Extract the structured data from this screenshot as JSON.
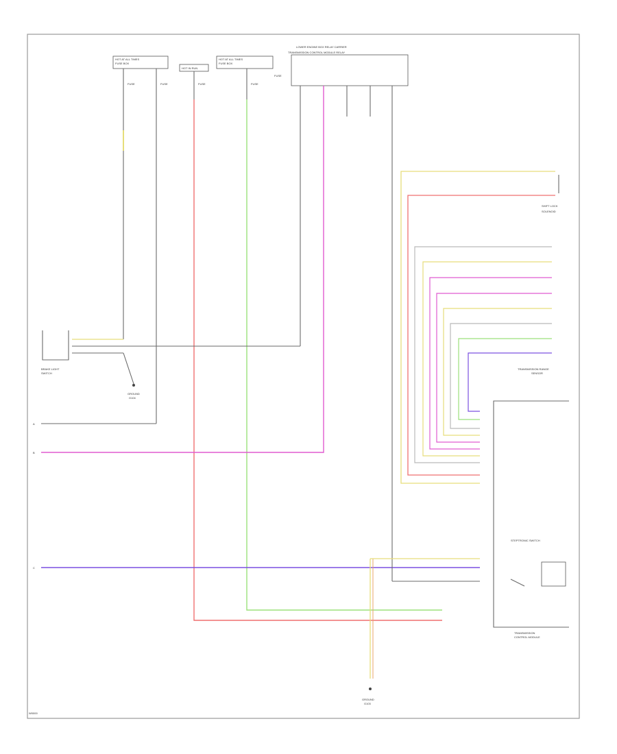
{
  "diagram": {
    "colors": {
      "black": "#6a6a6a",
      "yellow": "#e6dd7a",
      "red": "#ef6f6f",
      "green": "#9be07a",
      "pink": "#e05ad0",
      "violet": "#7a4fe0",
      "grey": "#b9b9b9",
      "white_blue": "#7fb6e8",
      "orange": "#e8a46a"
    },
    "footer_code": "W0000",
    "modules": {
      "junction_box": {
        "title_line1": "LOWER ENGINE BOX RELAY CARRIER",
        "title_line2": "TRANSMISSION CONTROL MODULE RELAY"
      },
      "brake_switch": {
        "line1": "BRAKE LIGHT",
        "line2": "SWITCH"
      },
      "tcm": {
        "line1": "TRANSMISSION",
        "line2": "CONTROL MODULE"
      },
      "transmission_range": {
        "line1": "TRANSMISSION RANGE",
        "line2": "SENSOR"
      },
      "shift_lock": {
        "line1": "SHIFT LOCK",
        "line2": "SOLENOID"
      },
      "steptronic": {
        "line1": "STEPTRONIC SWITCH"
      }
    },
    "grounds": [
      {
        "label": "GROUND",
        "code": "G104"
      },
      {
        "label": "GROUND",
        "code": "G103"
      }
    ]
  }
}
